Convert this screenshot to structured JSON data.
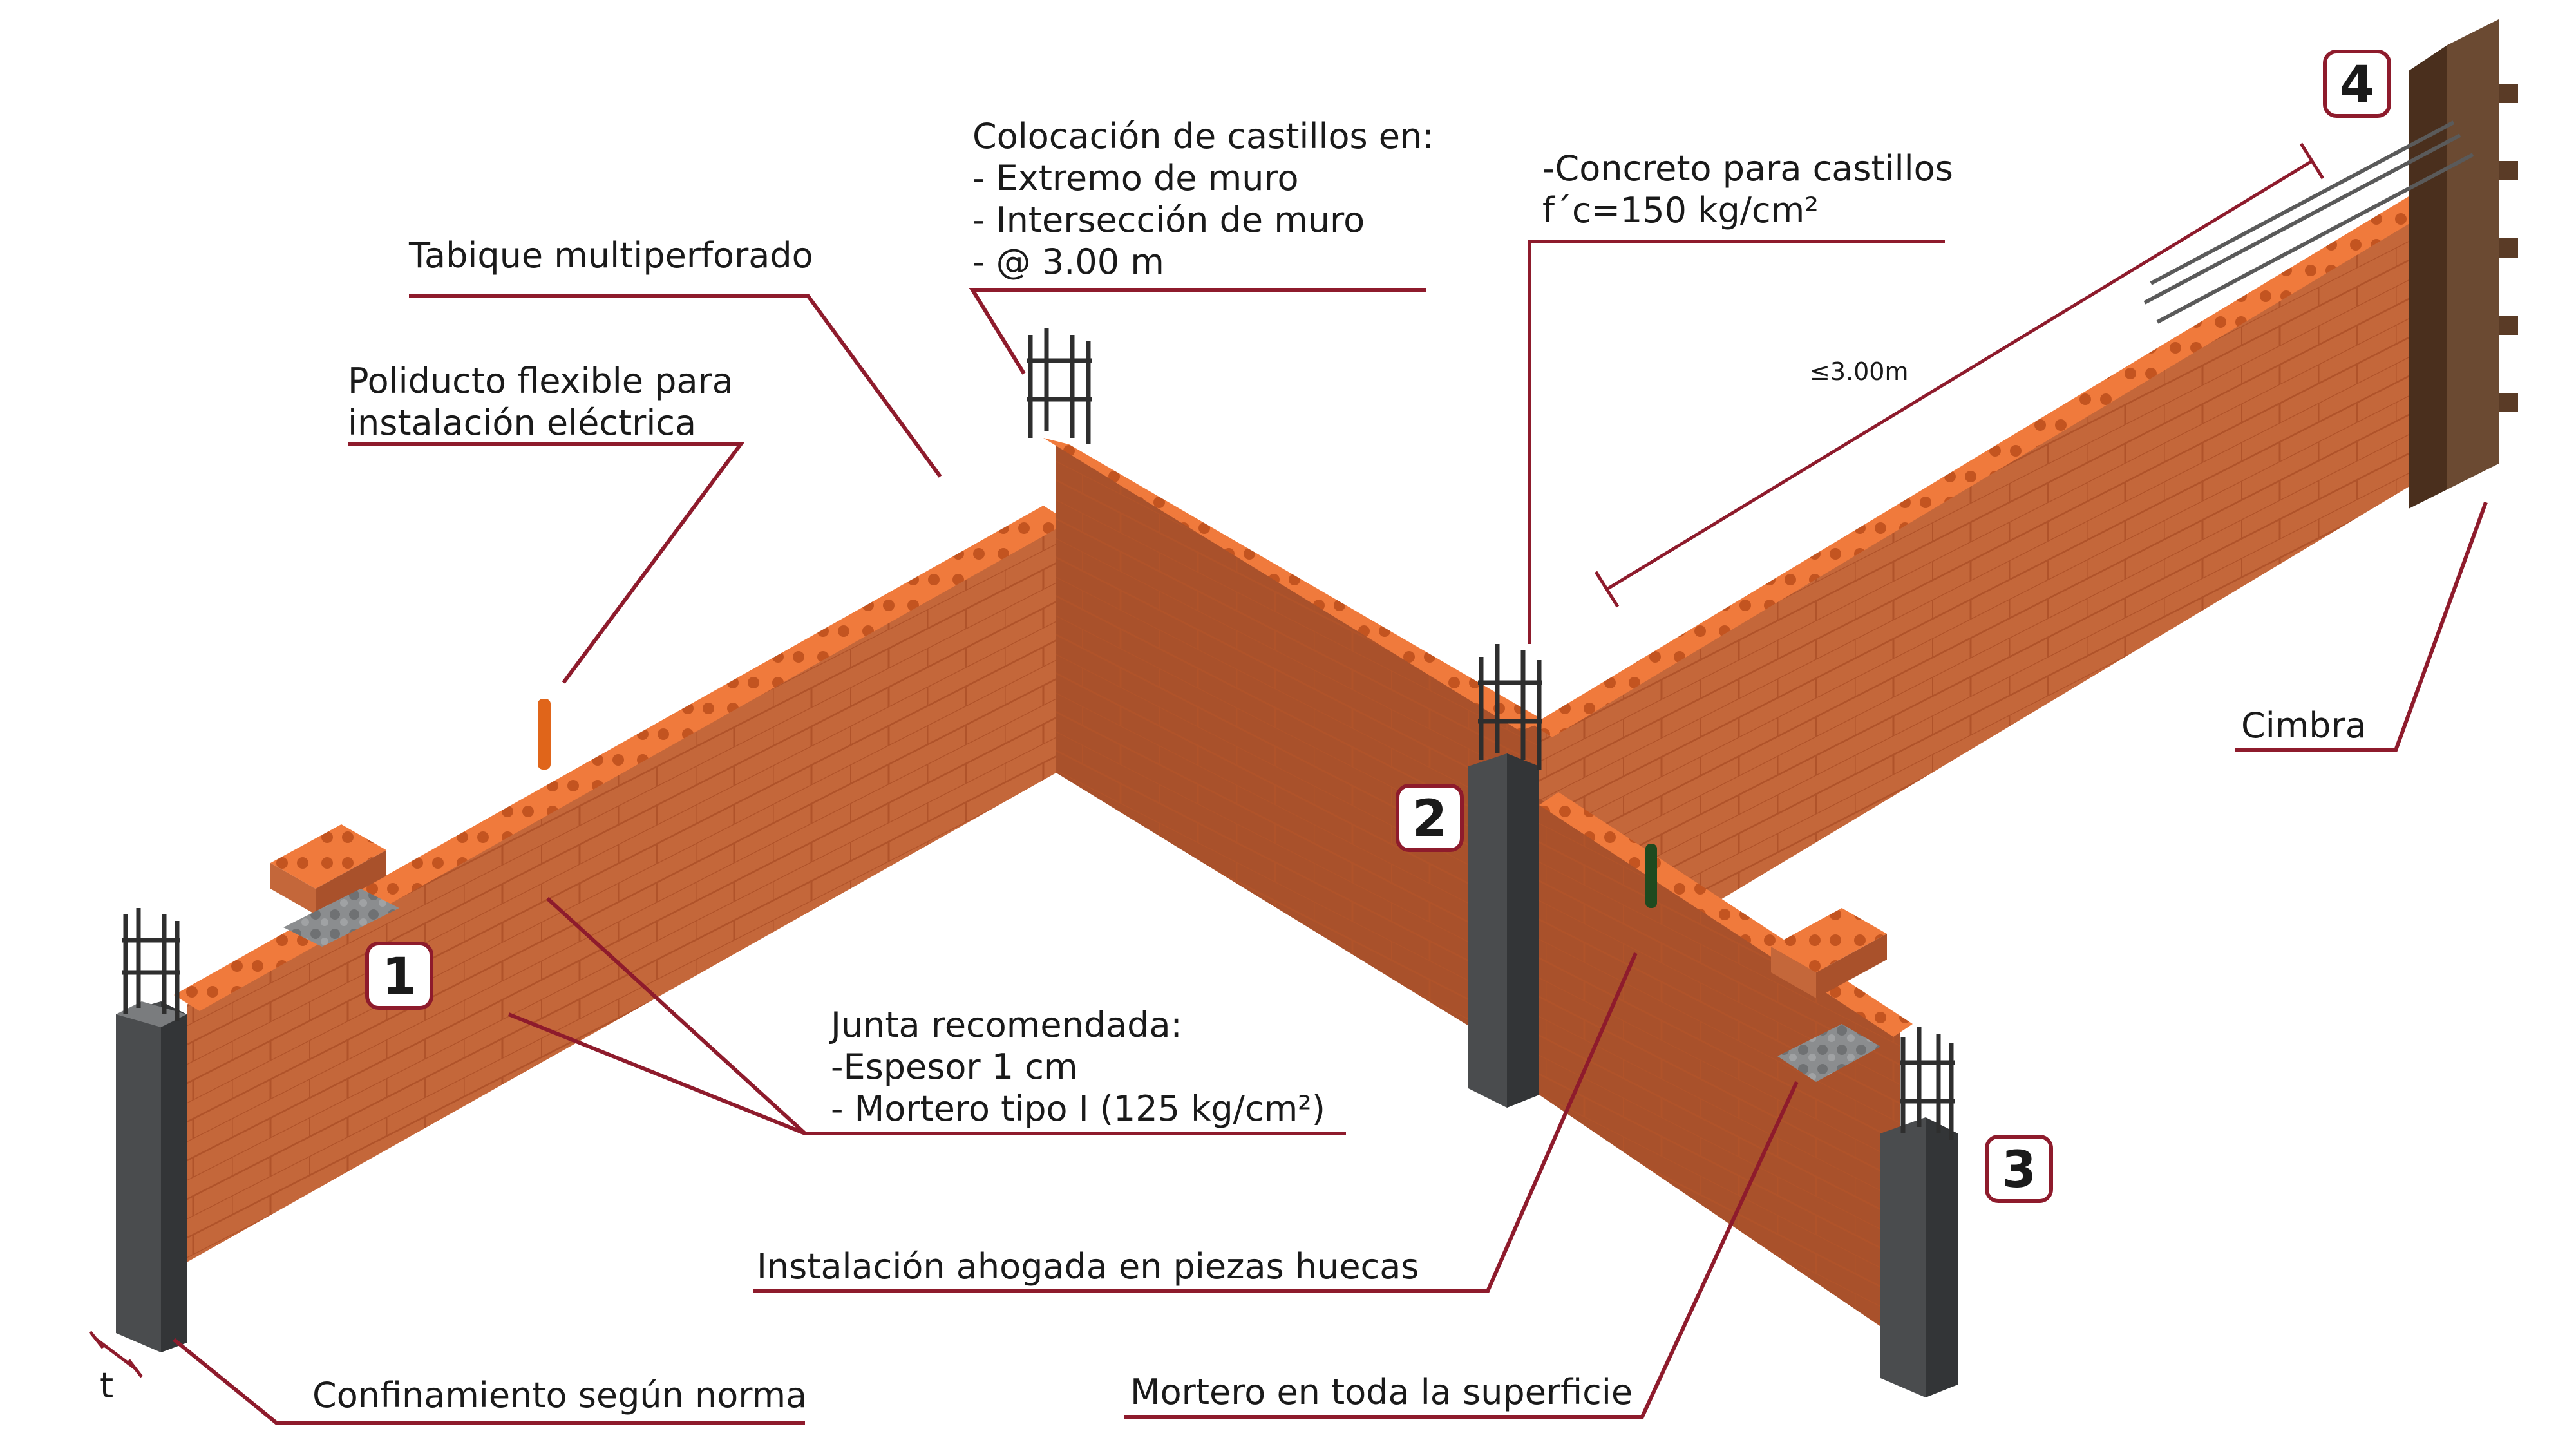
{
  "labels": {
    "tabique": "Tabique multiperforado",
    "poliducto_1": "Poliducto flexible para",
    "poliducto_2": "instalación eléctrica",
    "castillos_title": "Colocación de castillos en:",
    "castillos_1": "- Extremo de muro",
    "castillos_2": "- Intersección de muro",
    "castillos_3": "- @ 3.00 m",
    "concreto_1": "-Concreto para castillos",
    "concreto_2": "f´c=150 kg/cm²",
    "spacing": "≤3.00m",
    "cimbra": "Cimbra",
    "junta_title": "Junta recomendada:",
    "junta_1": "-Espesor 1 cm",
    "junta_2": "- Mortero tipo I (125 kg/cm²)",
    "instalacion": "Instalación ahogada en piezas huecas",
    "mortero": "Mortero en toda la superficie",
    "confinamiento": "Confinamiento según norma",
    "thickness": "t"
  },
  "badges": [
    "1",
    "2",
    "3",
    "4"
  ],
  "colors": {
    "leader": "#8e1b2c",
    "brick_top": "#f07a3c",
    "brick_left": "#c4673a",
    "brick_right": "#a9512b",
    "concrete": "#4a4c4e",
    "conduit": "#e0651a",
    "conduit_green": "#1f4a1f"
  }
}
